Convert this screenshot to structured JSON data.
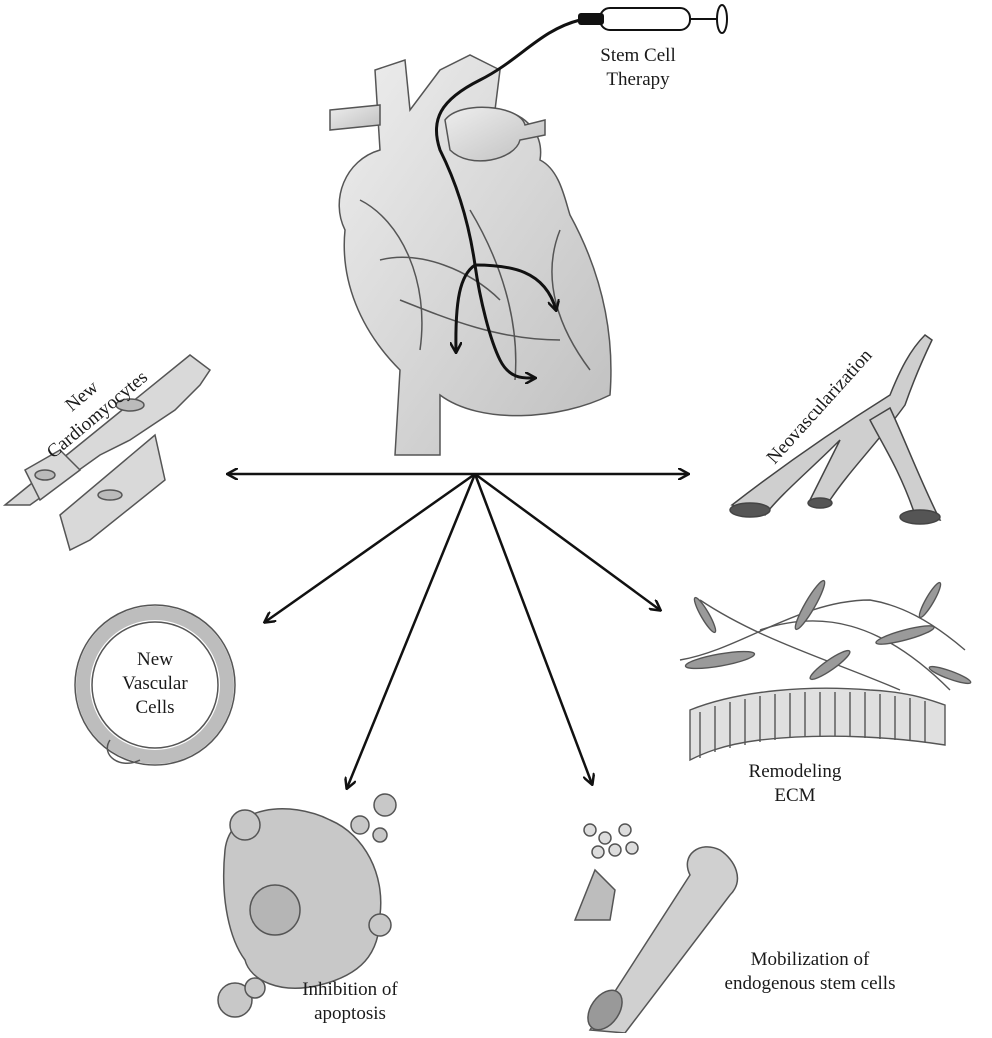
{
  "labels": {
    "therapy": "Stem Cell\nTherapy",
    "cardiomyocytes": "New\nCardiomyocytes",
    "neovascularization": "Neovascularization",
    "vascular": "New\nVascular\nCells",
    "ecm": "Remodeling\nECM",
    "apoptosis": "Inhibition of\napoptosis",
    "mobilization": "Mobilization of\nendogenous stem cells"
  },
  "colors": {
    "ink": "#111111",
    "sketch": "#555555",
    "fill": "#d9d9d9",
    "fill_dark": "#a9a9a9"
  },
  "icons": {
    "syringe": "syringe-icon",
    "heart": "heart-illustration",
    "muscle": "cardiomyocyte-illustration",
    "vessel": "blood-vessel-illustration",
    "ring": "vascular-ring-illustration",
    "membrane": "ecm-membrane-illustration",
    "cell": "apoptotic-cell-illustration",
    "bone": "bone-illustration"
  }
}
